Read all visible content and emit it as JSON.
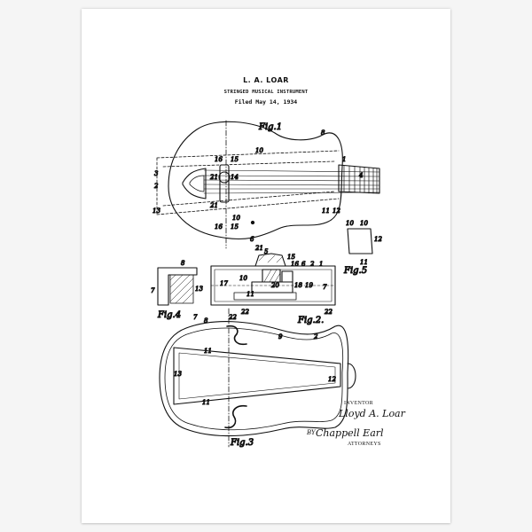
{
  "poster": {
    "inventor": "L. A. LOAR",
    "title": "STRINGED MUSICAL INSTRUMENT",
    "filed": "Filed May 14, 1934"
  },
  "figures": {
    "fig1": "Fig.1",
    "fig2": "Fig.2.",
    "fig3": "Fig.3",
    "fig4": "Fig.4",
    "fig5": "Fig.5"
  },
  "reference_numerals": {
    "n1": "1",
    "n2": "2",
    "n3": "3",
    "n4": "4",
    "n5": "5",
    "n6": "6",
    "n7": "7",
    "n8": "8",
    "n9": "9",
    "n10": "10",
    "n11": "11",
    "n12": "12",
    "n13": "13",
    "n14": "14",
    "n15": "15",
    "n16": "16",
    "n17": "17",
    "n18": "18",
    "n19": "19",
    "n20": "20",
    "n21": "21",
    "n22": "22"
  },
  "signature": {
    "inventor_label": "INVENTOR",
    "inventor_name": "Lloyd A. Loar",
    "by": "BY",
    "attorney_name": "Chappell Earl",
    "attorneys_label": "ATTORNEYS"
  }
}
